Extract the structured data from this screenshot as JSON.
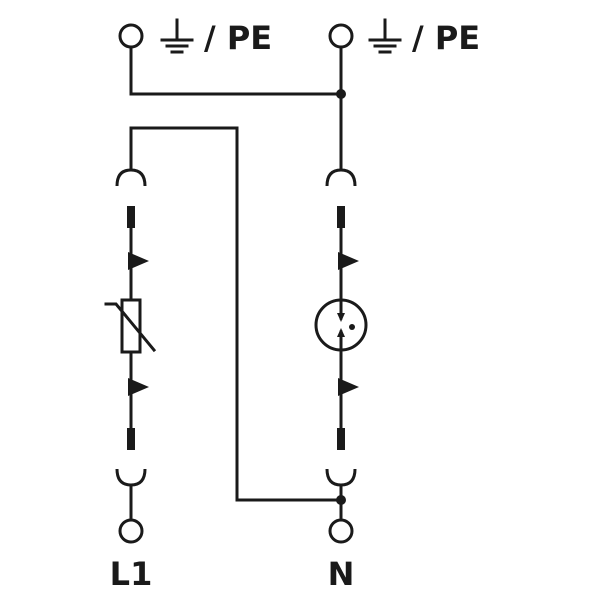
{
  "terminals": {
    "pe_left_label": "/ PE",
    "pe_right_label": "/ PE",
    "l1_label": "L1",
    "n_label": "N"
  },
  "icons": {
    "ground": "ground-icon",
    "varistor": "varistor-icon",
    "gas_discharge_tube": "gas-discharge-tube-icon"
  }
}
